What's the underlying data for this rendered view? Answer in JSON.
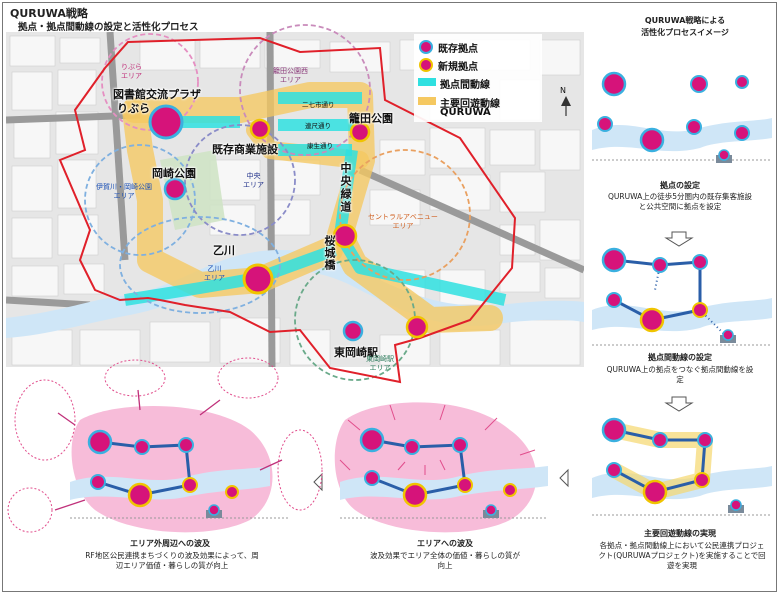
{
  "header": {
    "title": "QURUWA戦略",
    "subtitle": "拠点・拠点間動線の設定と活性化プロセス"
  },
  "legend": {
    "existing": "既存拠点",
    "new": "新規拠点",
    "link": "拠点間動線",
    "route_line1": "主要回遊動線",
    "route_line2": "QURUWA"
  },
  "map": {
    "places": {
      "library": "図書館交流プラザ",
      "libra": "りぶら",
      "commerce": "既存商業施設",
      "okazaki_park": "岡崎公園",
      "otogawa": "乙川",
      "kagota_park": "籠田公園",
      "higashi_okazaki": "東岡崎駅",
      "chuo_ryokudo": "中央緑道",
      "sakurajo_bashi": "桜城橋"
    },
    "areas": {
      "libra_area": "りぶら\nエリア",
      "kagota_area": "籠田公園西\nエリア",
      "iga_area": "伊賀川・岡崎公園\nエリア",
      "chuo_area": "中央\nエリア",
      "central_area": "セントラルアベニュー\nエリア",
      "otogawa_area": "乙川\nエリア",
      "higashi_area": "東岡崎駅\nエリア"
    },
    "streets": {
      "nishichi": "二七市通り",
      "renjaku": "連尺通り",
      "kosei": "康生通り"
    },
    "north": "N"
  },
  "process": {
    "heading_line1": "QURUWA戦略による",
    "heading_line2": "活性化プロセスイメージ",
    "step1": {
      "title": "拠点の設定",
      "body": "QURUWA上の徒歩5分圏内の既存集客施設と公共空間に拠点を設定"
    },
    "step2": {
      "title": "拠点間動線の設定",
      "body": "QURUWA上の拠点をつなぐ拠点間動線を設定"
    },
    "step3": {
      "title": "主要回遊動線の実現",
      "body": "各拠点・拠点間動線上において公民連携プロジェクト(QURUWAプロジェクト)を実施することで回遊を実現"
    },
    "step4": {
      "title": "エリアへの波及",
      "body": "波及効果でエリア全体の価値・暮らしの質が向上"
    },
    "step5": {
      "title": "エリア外周辺への波及",
      "body": "RF地区公民連携まちづくりの波及効果によって、周辺エリア価値・暮らしの質が向上"
    }
  },
  "colors": {
    "existing": "#d6137a",
    "existing_ring": "#3ab0e0",
    "new_ring": "#f0c400",
    "link": "#2fe0e0",
    "route": "#f5c860",
    "boundary": "#e0202a",
    "river": "#cfe6f7",
    "dots": "#2a5ea8"
  }
}
